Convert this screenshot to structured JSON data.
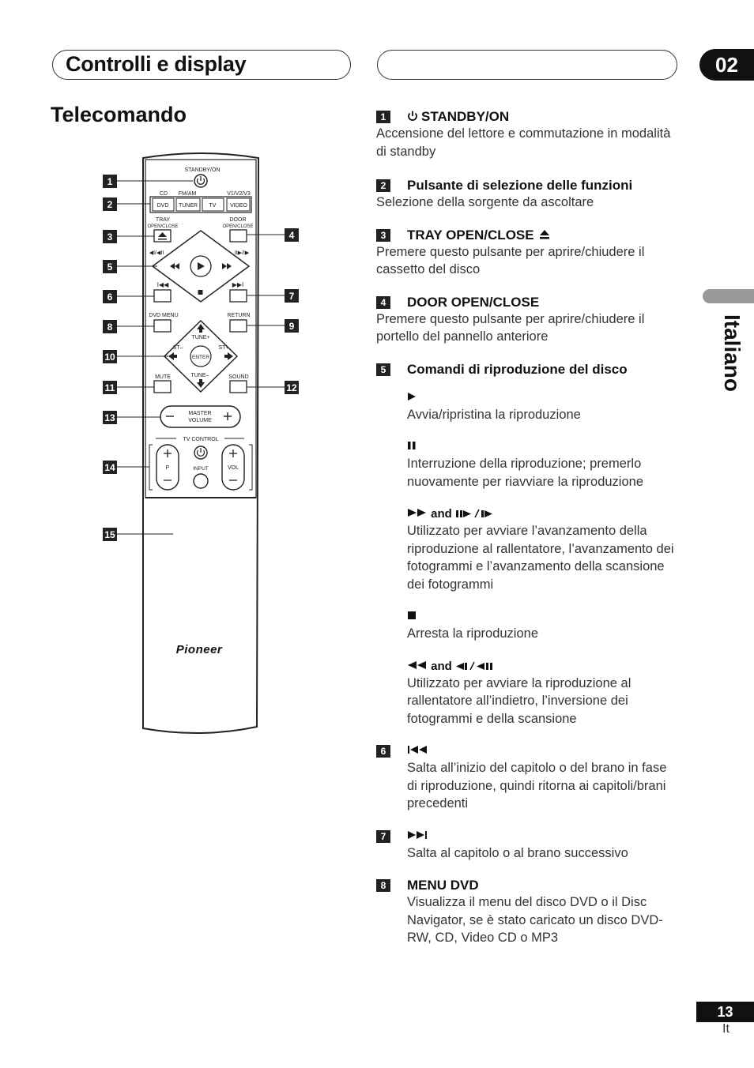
{
  "header": {
    "title": "Controlli e display",
    "chapter": "02"
  },
  "section_title": "Telecomando",
  "side_tab": "Italiano",
  "remote": {
    "labels": {
      "standby": "STANDBY/ON",
      "cd": "CD",
      "fmam": "FM/AM",
      "v123": "V1/V2/V3",
      "dvd": "DVD",
      "tuner": "TUNER",
      "tv": "TV",
      "video": "VIDEO",
      "tray1": "TRAY",
      "tray2": "OPEN/CLOSE",
      "door1": "DOOR",
      "door2": "OPEN/CLOSE",
      "dvdmenu": "DVD MENU",
      "return": "RETURN",
      "tuneplus": "TUNE+",
      "tuneminus": "TUNE–",
      "stminus": "ST–",
      "stplus": "ST+",
      "enter": "ENTER",
      "mute": "MUTE",
      "sound": "SOUND",
      "master1": "MASTER",
      "master2": "VOLUME",
      "tvcontrol": "TV  CONTROL",
      "p": "P",
      "input": "INPUT",
      "vol": "VOL",
      "brand": "Pioneer"
    },
    "callouts": [
      "1",
      "2",
      "3",
      "4",
      "5",
      "6",
      "7",
      "8",
      "9",
      "10",
      "11",
      "12",
      "13",
      "14",
      "15"
    ]
  },
  "items": [
    {
      "num": "1",
      "title": "STANDBY/ON",
      "body": "Accensione del lettore e commutazione in modalità di standby"
    },
    {
      "num": "2",
      "title": "Pulsante di selezione delle funzioni",
      "body": "Selezione della sorgente da ascoltare"
    },
    {
      "num": "3",
      "title": "TRAY OPEN/CLOSE",
      "body": "Premere questo pulsante per aprire/chiudere il cassetto del disco"
    },
    {
      "num": "4",
      "title": "DOOR OPEN/CLOSE",
      "body": "Premere questo pulsante per aprire/chiudere il portello del pannello anteriore"
    },
    {
      "num": "5",
      "title": "Comandi di riproduzione del disco",
      "subs": [
        {
          "body": "Avvia/ripristina la riproduzione"
        },
        {
          "body": "Interruzione della riproduzione; premerlo nuovamente per riavviare la riproduzione"
        },
        {
          "and": "and",
          "body": "Utilizzato per avviare l’avanzamento della riproduzione al rallentatore, l’avanzamento dei fotogrammi e l’avanzamento della scansione dei fotogrammi"
        },
        {
          "body": "Arresta la riproduzione"
        },
        {
          "and": "and",
          "body": "Utilizzato per avviare la riproduzione al rallentatore all’indietro, l’inversione dei fotogrammi e della scansione"
        }
      ]
    },
    {
      "num": "6",
      "body": "Salta all’inizio del capitolo o del brano in fase di riproduzione, quindi ritorna ai capitoli/brani precedenti"
    },
    {
      "num": "7",
      "body": "Salta al capitolo o al brano successivo"
    },
    {
      "num": "8",
      "title": "MENU DVD",
      "body": "Visualizza il menu del disco DVD o il Disc Navigator, se è stato caricato un disco DVD-RW, CD, Video CD o MP3"
    }
  ],
  "footer": {
    "page": "13",
    "lang": "It"
  }
}
